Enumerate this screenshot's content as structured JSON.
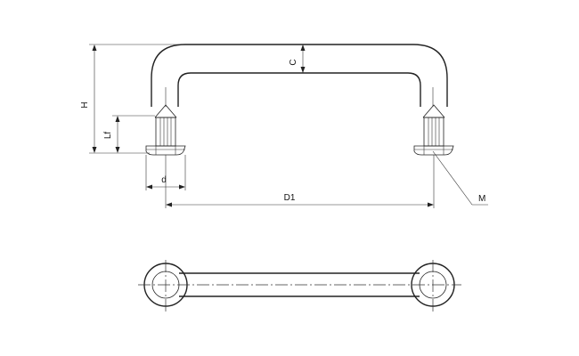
{
  "labels": {
    "H": "H",
    "C": "C",
    "Lf": "Lf",
    "d": "d",
    "D1": "D1",
    "M": "M"
  },
  "colors": {
    "line": "#222222",
    "background": "#ffffff"
  }
}
